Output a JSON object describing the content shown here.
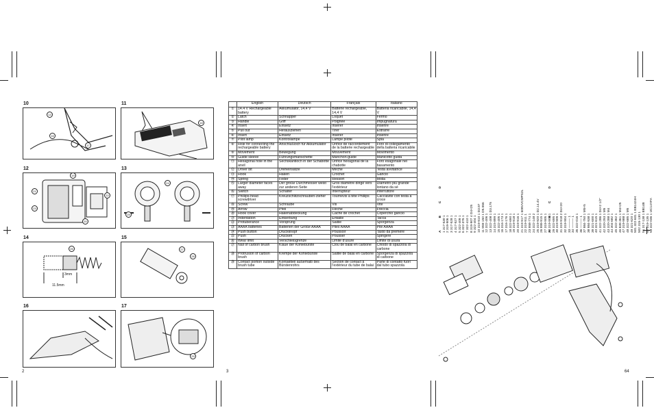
{
  "page_numbers": {
    "left": "2",
    "middle": "3",
    "right": "64"
  },
  "figures": [
    {
      "num": "10",
      "callouts": [
        "13",
        "16",
        "17"
      ]
    },
    {
      "num": "11",
      "callouts": [
        "18"
      ]
    },
    {
      "num": "12",
      "callouts": [
        "19",
        "20",
        "21",
        "22",
        "23"
      ]
    },
    {
      "num": "13",
      "callouts": [
        "24",
        "25"
      ]
    },
    {
      "num": "14",
      "callouts": [
        "26"
      ],
      "labels": [
        "3mm",
        "11.5mm"
      ]
    },
    {
      "num": "15",
      "callouts": [
        "27",
        "28"
      ]
    },
    {
      "num": "16",
      "callouts": []
    },
    {
      "num": "17",
      "callouts": [
        "29"
      ]
    }
  ],
  "table": {
    "headers": [
      "English",
      "Deutsch",
      "Français",
      "Italiano"
    ],
    "rows": [
      [
        "①",
        "14.4 V Rechargeable battery",
        "Akkumulator, 14,4 V",
        "Batterie rechargeable, 14,4 V",
        "Batteria ricaricabile, 14,4 V"
      ],
      [
        "②",
        "Latch",
        "Schnapper",
        "Loquet",
        "Fermo"
      ],
      [
        "③",
        "Handle",
        "Griff",
        "Poignée",
        "Impugnatura"
      ],
      [
        "④",
        "Insert",
        "Einsetz",
        "Insérer",
        "Inserire"
      ],
      [
        "⑤",
        "Pull out",
        "Herausziehen",
        "Tirer",
        "Estrarre"
      ],
      [
        "⑥",
        "Insert",
        "Einsetz",
        "Insérer",
        "Inserire"
      ],
      [
        "⑦",
        "Pilot lamp",
        "Kontrollampe",
        "Lampe pilote",
        "Spia"
      ],
      [
        "⑧",
        "Hole for connecting the rechargeable battery",
        "Anschlußloch für Akkumulator",
        "Orifice de raccordement de la batterie rechargeable",
        "Foro di collegamento della batteria ricaricabile"
      ],
      [
        "⑨",
        "Movement",
        "Bewegung",
        "Mouvement",
        "Movimento"
      ],
      [
        "⑩",
        "Guide sleeve",
        "Führungsmanschette",
        "Manchon-guide",
        "Manicotto guida"
      ],
      [
        "⑪",
        "Hexagonal hole in the anvil",
        "Sechskantloch in der Schabotte",
        "Orifice hexagonal de la chabotte",
        "Foro esagonale nel basamento"
      ],
      [
        "⑫",
        "Driver bit",
        "Dreheinsätze",
        "Mèche",
        "Testa avvitatrice"
      ],
      [
        "⑬",
        "Hook",
        "Haken",
        "Crochet",
        "Gancio"
      ],
      [
        "⑭",
        "Spring",
        "Feder",
        "Ressort",
        "Molla"
      ],
      [
        "⑮",
        "Larger diameter faces away",
        "Der große Durchmesser weist zur anderen Seite",
        "Gros diamètre dirigé vers l'extérieur",
        "Diametro più grande lontano da sé"
      ],
      [
        "⑯",
        "Switch",
        "Schalter",
        "Interrupteur",
        "Interruttore"
      ],
      [
        "⑰",
        "Phillips-head screwdriver",
        "Kreuzschlitzschrauben-zieher",
        "Tournevis à tête Phillips",
        "Cacciavite con testa a croce"
      ],
      [
        "⑱",
        "Screw",
        "Schraube",
        "Vis",
        "Vite"
      ],
      [
        "⑲",
        "Arrow",
        "Pfeil",
        "Flèche",
        "Freccia"
      ],
      [
        "⑳",
        "Hook cover",
        "Hakenabdeckung",
        "Cache de crochet",
        "Coperchio gancio"
      ],
      [
        "㉑",
        "Indentation",
        "Einkerbung",
        "Entaille",
        "Tacca"
      ],
      [
        "㉒",
        "Protuberance",
        "Vorsprung",
        "Saillie",
        "Sporgenza"
      ],
      [
        "㉓",
        "AAAA batteries",
        "Batterien der Größe AAAA",
        "Piles AAAA",
        "Pile AAAA"
      ],
      [
        "㉔",
        "Push button",
        "Druckknopf",
        "Poussoir",
        "Tasto da premere"
      ],
      [
        "㉕",
        "Push",
        "Drücken",
        "Pousser",
        "Spingere"
      ],
      [
        "㉖",
        "Wear limit",
        "Verschleißgrenze",
        "Limite d'usure",
        "Limite di usura"
      ],
      [
        "㉗",
        "Nail of carbon brush",
        "Klaue der Kohlebürste",
        "Clou de balai en carbone",
        "Chiodo di spazzola di carbone"
      ],
      [
        "㉘",
        "Protrusion of carbon brush",
        "Krempe der Kohlebürste",
        "Saillie de balai en carbone",
        "Sporgenza di spazzola di carbone"
      ],
      [
        "㉙",
        "Contact portion outside brush tube",
        "Kontaktteil außerhalb des Bürstenrohrs",
        "Section de contact à l'extérieur du tube de balai",
        "Parte di contatto fuori dal tubo spazzola"
      ]
    ]
  },
  "parts_list": {
    "headers_left": [
      "A",
      "B",
      "C",
      "D"
    ],
    "headers_right": [
      "A",
      "B",
      "C",
      "D"
    ],
    "left_rows": [
      "1  317-530  1",
      "2  319-906  1",
      "3  317-528  1",
      "4  317-527  1",
      "5  322-409  1",
      "6  322-376  1",
      "7  322-410  1",
      "8  319-907  4  D4×25",
      "9  322-404  1",
      "10 319-910  1  D3.97",
      "11 959-150  1  D5.556",
      "12 322-406  1",
      "13 322-408  1  D3.175",
      "14 315-899  1",
      "15 322-405  1",
      "16 316-173  1",
      "17 316-176  1",
      "18 322-690  1",
      "19 319-918  1",
      "20 319-916  1",
      "21 319-917  1  608VVCMPS2L",
      "22 319-911  1",
      "23 958-774  1",
      "24 322-148  2",
      "25 319-920  1  D2.14.4V",
      "26 999-915  1",
      "27 319-905  1",
      "28 319-908  1"
    ],
    "right_rows": [
      "29 322-695  1",
      "30 319-909  1",
      "31 319-918  2  D4×20",
      "32 319-904  1",
      "33 ———  1",
      "34 ———  1",
      "35 322-016  1",
      "36 ———  1",
      "37 984-750  1  M5×5",
      "38 984-938  1",
      "39 321-600  1",
      "40 321-615  1",
      "41 322-286  1  D4×2 1/2\"",
      "42 320-293  1  M5",
      "43 320-288  1  M4",
      "44 304-682  1",
      "45 322-362  1",
      "46 839-361  1  M4×25",
      "47 319-988  1",
      "48 322-685  1  M5",
      "49 321-620  1",
      "501 322-601  1  EB1424H",
      "502 315-130  1",
      "51 317-138  1  EB14B",
      "52 319-135  1",
      "53 322-036  1  UC14YFA",
      "502 322-070  1"
    ]
  }
}
